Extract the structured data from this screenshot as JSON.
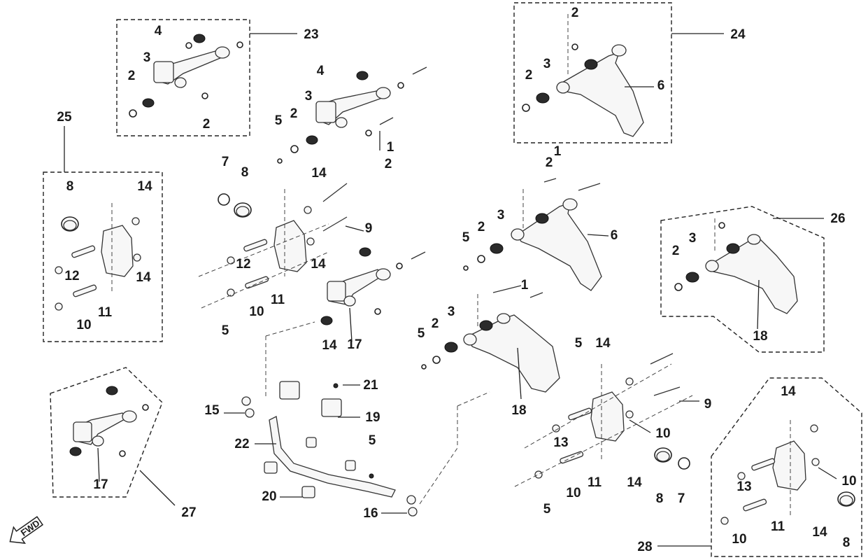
{
  "diagram": {
    "fwd_label": "FWD",
    "group_labels": [
      "23",
      "24",
      "25",
      "26",
      "27",
      "28"
    ],
    "part_labels": [
      "1",
      "2",
      "3",
      "4",
      "5",
      "6",
      "7",
      "8",
      "9",
      "10",
      "11",
      "12",
      "13",
      "14",
      "15",
      "16",
      "17",
      "18",
      "19",
      "20",
      "21",
      "22"
    ]
  }
}
